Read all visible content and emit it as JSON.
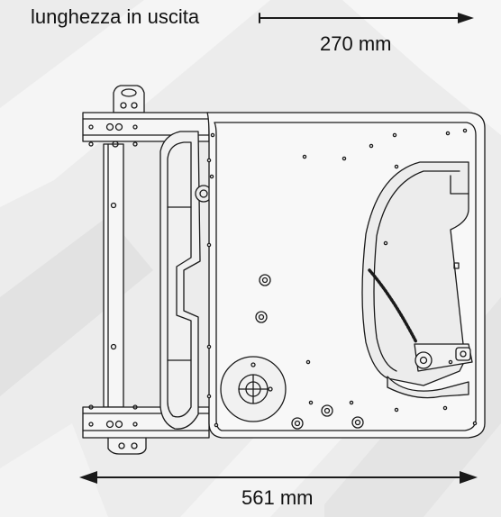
{
  "labels": {
    "exit_length_caption": "lunghezza in uscita",
    "exit_length_value": "270 mm",
    "total_width_value": "561 mm"
  },
  "colors": {
    "background": "#ececec",
    "line": "#1a1a1a",
    "text": "#111111"
  }
}
